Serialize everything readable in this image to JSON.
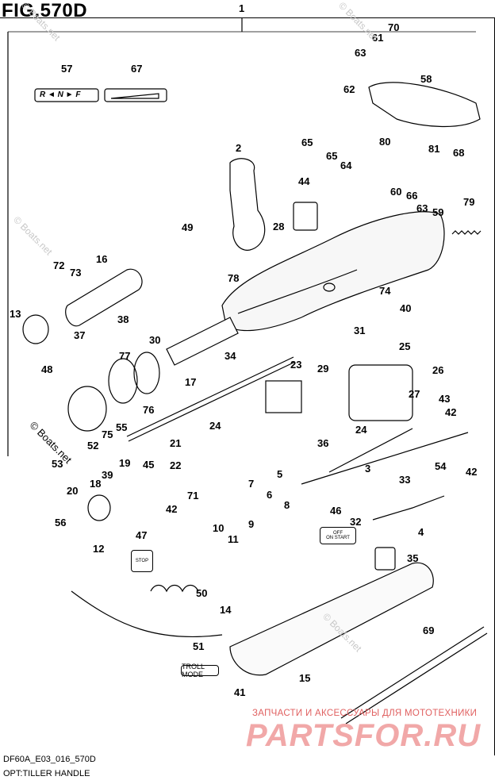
{
  "figure": {
    "title": "FIG.570D",
    "footer_code": "DF60A_E03_016_570D",
    "footer_label": "OPT:TILLER HANDLE"
  },
  "watermark": {
    "boats_net": "© Boats.net",
    "shop_tagline": "ЗАПЧАСТИ И АКСЕССУАРЫ ДЛЯ МОТОТЕХНИКИ",
    "shop_logo": "PARTSFOR.RU"
  },
  "labels": {
    "shift_plate": "R ◄ N ► F",
    "troll_mode": "TROLL MODE",
    "switch_off": "OFF",
    "switch_on_start": "ON START",
    "stop": "STOP"
  },
  "callouts": [
    "1",
    "2",
    "3",
    "4",
    "5",
    "6",
    "7",
    "8",
    "9",
    "10",
    "11",
    "12",
    "13",
    "14",
    "15",
    "16",
    "17",
    "18",
    "19",
    "20",
    "21",
    "22",
    "23",
    "24",
    "24",
    "25",
    "26",
    "27",
    "28",
    "29",
    "30",
    "31",
    "32",
    "33",
    "34",
    "35",
    "36",
    "37",
    "38",
    "39",
    "40",
    "41",
    "42",
    "42",
    "42",
    "43",
    "44",
    "45",
    "46",
    "47",
    "48",
    "49",
    "50",
    "51",
    "52",
    "53",
    "54",
    "55",
    "56",
    "57",
    "58",
    "59",
    "60",
    "61",
    "62",
    "63",
    "63",
    "64",
    "65",
    "65",
    "66",
    "67",
    "68",
    "69",
    "70",
    "71",
    "72",
    "73",
    "74",
    "75",
    "76",
    "77",
    "78",
    "79",
    "80",
    "81"
  ]
}
